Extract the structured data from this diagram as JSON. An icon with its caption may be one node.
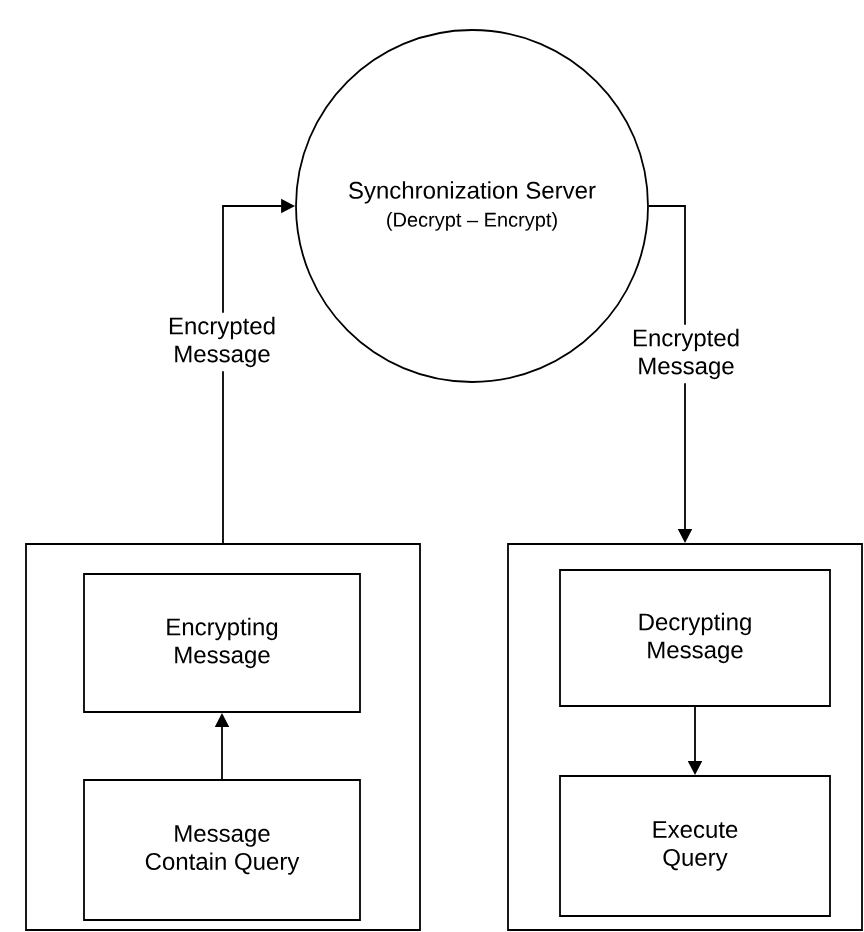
{
  "diagram": {
    "nodes": [
      {
        "text": [
          "Synchronization Server",
          "(Decrypt – Encrypt)"
        ]
      },
      {
        "text": [],
        "shape": "box"
      },
      {
        "text": [
          "Encrypting Message"
        ],
        "in": 1
      },
      {
        "text": [
          "Message Contain Query"
        ],
        "in": 1
      },
      {
        "text": [],
        "shape": "box"
      },
      {
        "text": [
          "Decrypting Message"
        ],
        "in": 4
      },
      {
        "text": [
          "Execute Query"
        ],
        "in": 4
      }
    ],
    "edges": [
      {
        "from": 1,
        "to": 0,
        "arrow": "to",
        "label": "Encrypted Message"
      },
      {
        "from": 0,
        "to": 4,
        "arrow": "to",
        "label": "Encrypted Message"
      },
      {
        "from": 3,
        "to": 2,
        "arrow": "to"
      },
      {
        "from": 5,
        "to": 6,
        "arrow": "to"
      }
    ]
  }
}
